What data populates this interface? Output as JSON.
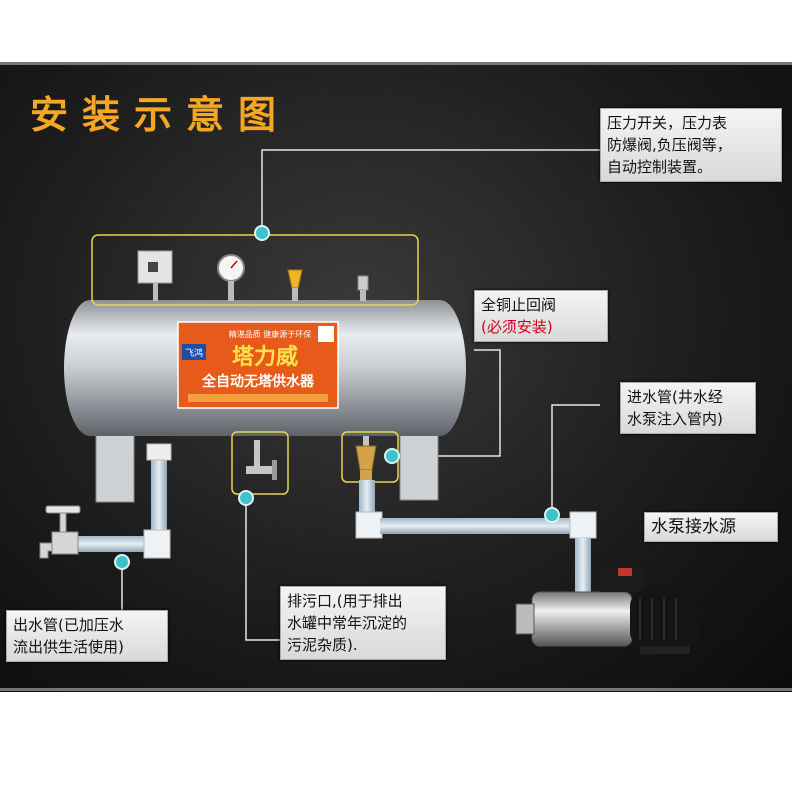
{
  "title": "安装示意图",
  "tank_label": {
    "brand_small": "飞鸿",
    "brand_name": "塔力威",
    "product": "全自动无塔供水器",
    "slogan": "精湛品质 健康源于环保"
  },
  "callouts": {
    "controls": [
      "压力开关，压力表",
      "防爆阀,负压阀等，",
      "自动控制装置。"
    ],
    "check_valve": [
      "全铜止回阀",
      "(必须安装)"
    ],
    "inlet_pipe": [
      "进水管(井水经",
      "水泵注入管内)"
    ],
    "pump_source": "水泵接水源",
    "drain": [
      "排污口,(用于排出",
      "水罐中常年沉淀的",
      "污泥杂质)."
    ],
    "outlet": [
      "出水管(已加压水",
      "流出供生活使用)"
    ]
  },
  "colors": {
    "accent_title": "#f5a623",
    "highlight_box": "#e8d44d",
    "connector_dot": "#3fc1c9",
    "label_red": "#d0021b"
  }
}
